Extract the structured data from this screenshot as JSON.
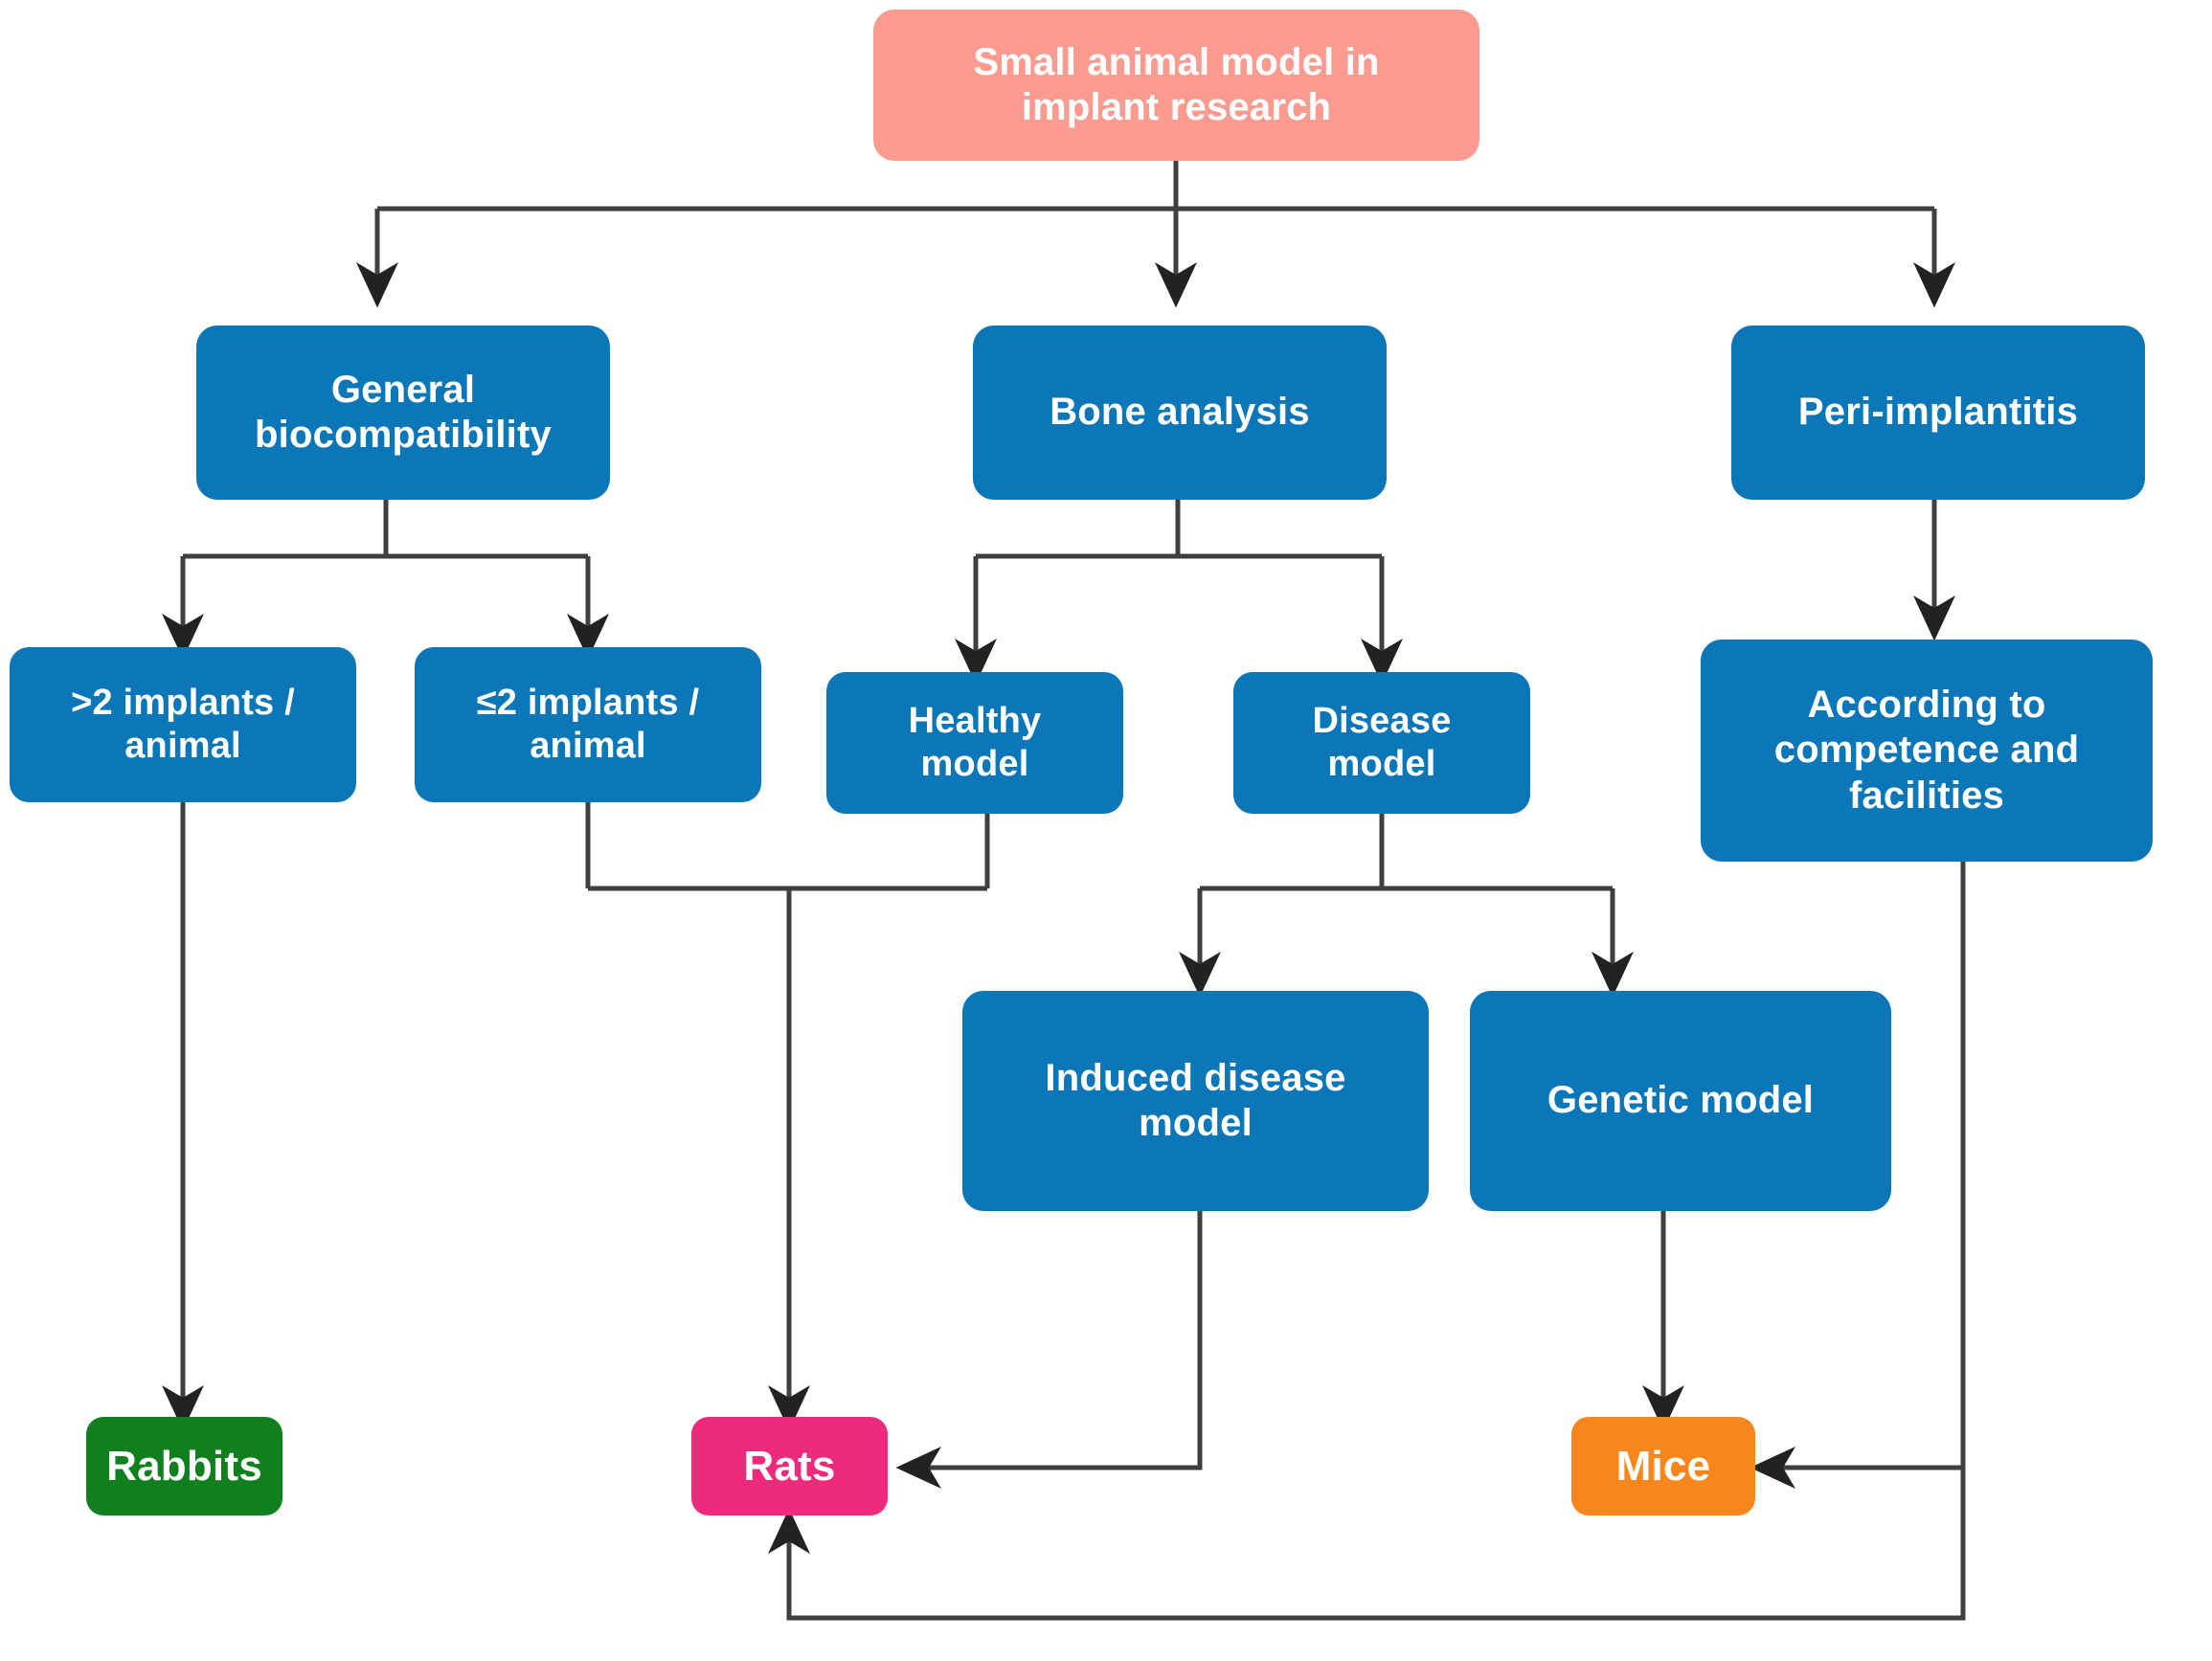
{
  "diagram": {
    "title": "Small animal model in implant research",
    "type": "flowchart",
    "colors": {
      "root": "#FB9B8F",
      "branch": "#0B77B8",
      "rabbits": "#10801F",
      "rats": "#ED2A7B",
      "mice": "#F7861C",
      "edge": "#3F3F3F",
      "text": "#FFFFFF",
      "background": "#FFFFFF"
    },
    "nodes": {
      "root": "Small animal model in\nimplant research",
      "general_biocompatibility": "General\nbiocompatibility",
      "bone_analysis": "Bone analysis",
      "peri_implantitis": "Peri-implantitis",
      "more_than_two_implants": ">2 implants /\nanimal",
      "two_or_fewer_implants": "≤2 implants /\nanimal",
      "healthy_model": "Healthy\nmodel",
      "disease_model": "Disease\nmodel",
      "according_to_competence": "According to\ncompetence and\nfacilities",
      "induced_disease_model": "Induced disease\nmodel",
      "genetic_model": "Genetic model",
      "rabbits": "Rabbits",
      "rats": "Rats",
      "mice": "Mice"
    },
    "edges": [
      {
        "from": "root",
        "to": "general_biocompatibility"
      },
      {
        "from": "root",
        "to": "bone_analysis"
      },
      {
        "from": "root",
        "to": "peri_implantitis"
      },
      {
        "from": "general_biocompatibility",
        "to": "more_than_two_implants"
      },
      {
        "from": "general_biocompatibility",
        "to": "two_or_fewer_implants"
      },
      {
        "from": "bone_analysis",
        "to": "healthy_model"
      },
      {
        "from": "bone_analysis",
        "to": "disease_model"
      },
      {
        "from": "peri_implantitis",
        "to": "according_to_competence"
      },
      {
        "from": "disease_model",
        "to": "induced_disease_model"
      },
      {
        "from": "disease_model",
        "to": "genetic_model"
      },
      {
        "from": "more_than_two_implants",
        "to": "rabbits"
      },
      {
        "from": "two_or_fewer_implants",
        "to": "rats"
      },
      {
        "from": "healthy_model",
        "to": "rats"
      },
      {
        "from": "induced_disease_model",
        "to": "rats"
      },
      {
        "from": "genetic_model",
        "to": "mice"
      },
      {
        "from": "according_to_competence",
        "to": "mice"
      },
      {
        "from": "according_to_competence",
        "to": "rats"
      }
    ]
  }
}
